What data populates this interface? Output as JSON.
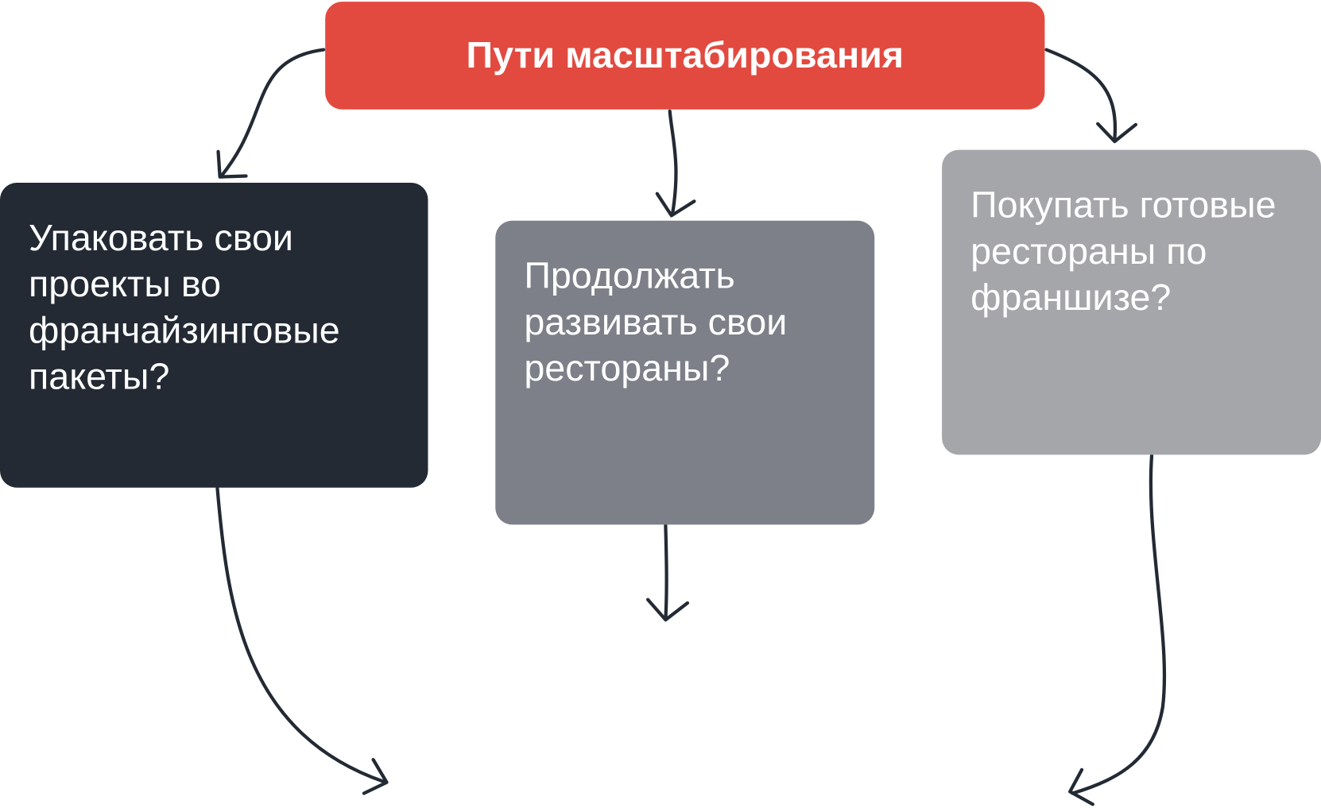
{
  "title": "Пути масштабирования",
  "options": [
    {
      "text": "Упаковать свои проекты во франчайзинговые пакеты?",
      "color": "#232a34"
    },
    {
      "text": "Продолжать развивать свои рестораны?",
      "color": "#7d8088"
    },
    {
      "text": "Покупать готовые рестораны по франшизе?",
      "color": "#a5a6aa"
    }
  ],
  "accent_color": "#e24a40"
}
